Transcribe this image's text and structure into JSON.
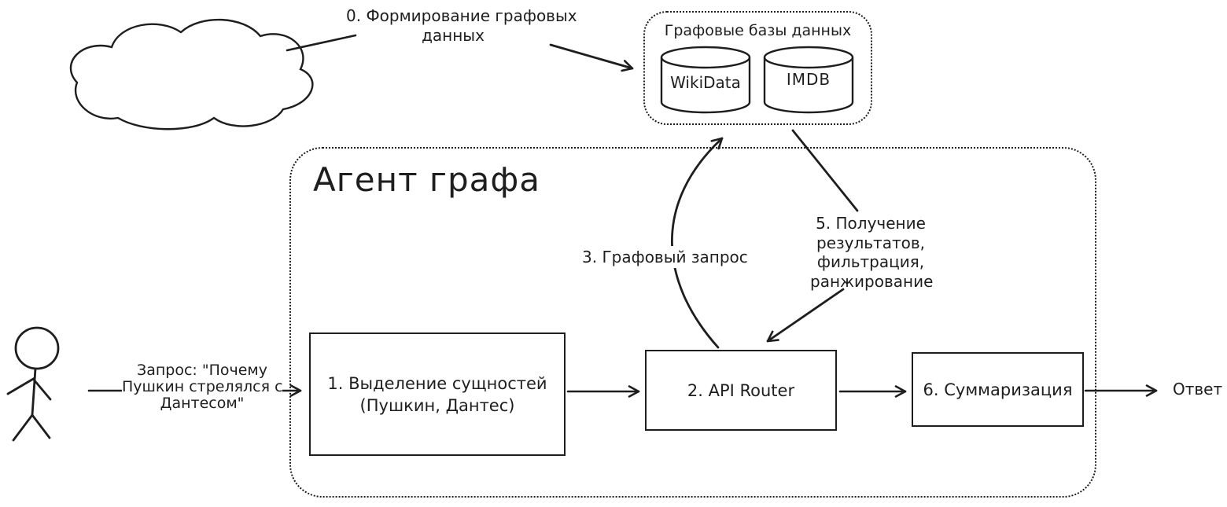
{
  "palette": {
    "stroke": "#1e1e1e",
    "canvas_bg": "#ffffff"
  },
  "step0_label": {
    "text": "0. Формирование графовых данных",
    "lines": [
      "0. Формирование графовых",
      "данных"
    ]
  },
  "graph_databases": {
    "title": "Графовые базы данных",
    "items": [
      {
        "name": "WikiData"
      },
      {
        "name": "IMDB"
      }
    ]
  },
  "agent": {
    "title": "Агент графа",
    "boxes": [
      {
        "text": "1. Выделение сущностей (Пушкин, Дантес)",
        "lines": [
          "1. Выделение сущностей",
          "(Пушкин, Дантес)"
        ]
      },
      {
        "label": "2. API Router"
      },
      {
        "label": "6. Суммаризация"
      }
    ]
  },
  "user_query": {
    "text": "Запрос: \"Почему Пушкин стрелялся с Дантесом\"",
    "lines": [
      "Запрос: \"Почему",
      "Пушкин стрелялся с",
      "Дантесом\""
    ]
  },
  "edge_labels": {
    "graph_query": "3. Графовый запрос",
    "results": {
      "text": "5. Получение результатов, фильтрация, ранжирование",
      "lines": [
        "5. Получение",
        "результатов,",
        "фильтрация,",
        "ранжирование"
      ]
    },
    "answer": "Ответ"
  }
}
